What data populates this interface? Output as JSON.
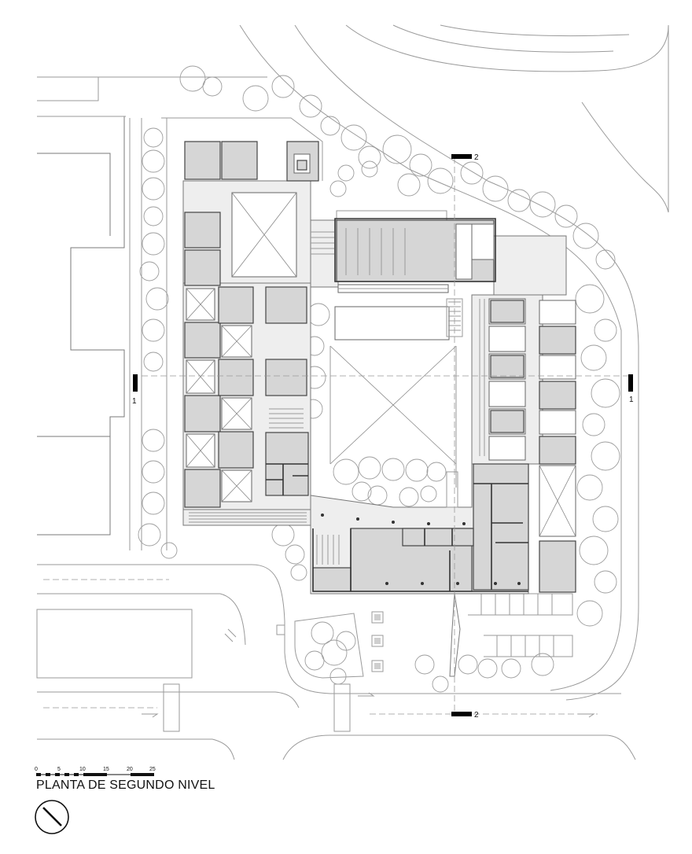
{
  "title": "PLANTA DE SEGUNDO NIVEL",
  "scale_bar": {
    "ticks": [
      "0",
      "5",
      "10",
      "15",
      "20",
      "25"
    ]
  },
  "section_markers": {
    "section_1": "1",
    "section_2": "2"
  },
  "colors": {
    "room_fill": "#d6d6d6",
    "circulation_fill": "#eeeeee",
    "line": "#7a7a7a"
  }
}
